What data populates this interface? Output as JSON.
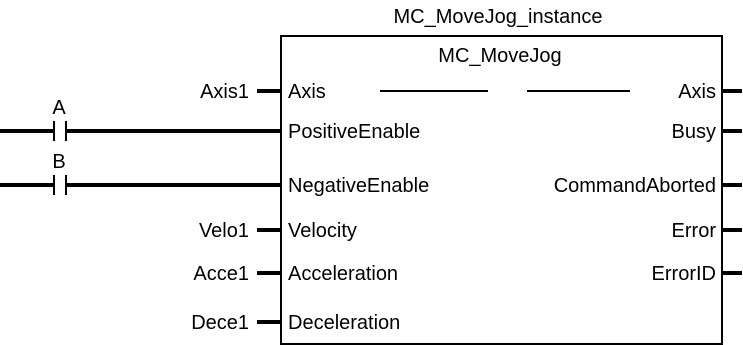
{
  "instance_name": "MC_MoveJog_instance",
  "block_type": "MC_MoveJog",
  "inputs": [
    {
      "pin": "Axis",
      "variable": "Axis1"
    },
    {
      "pin": "PositiveEnable",
      "contact": "A"
    },
    {
      "pin": "NegativeEnable",
      "contact": "B"
    },
    {
      "pin": "Velocity",
      "variable": "Velo1"
    },
    {
      "pin": "Acceleration",
      "variable": "Acce1"
    },
    {
      "pin": "Deceleration",
      "variable": "Dece1"
    }
  ],
  "outputs": [
    {
      "pin": "Axis"
    },
    {
      "pin": "Busy"
    },
    {
      "pin": "CommandAborted"
    },
    {
      "pin": "Error"
    },
    {
      "pin": "ErrorID"
    }
  ]
}
